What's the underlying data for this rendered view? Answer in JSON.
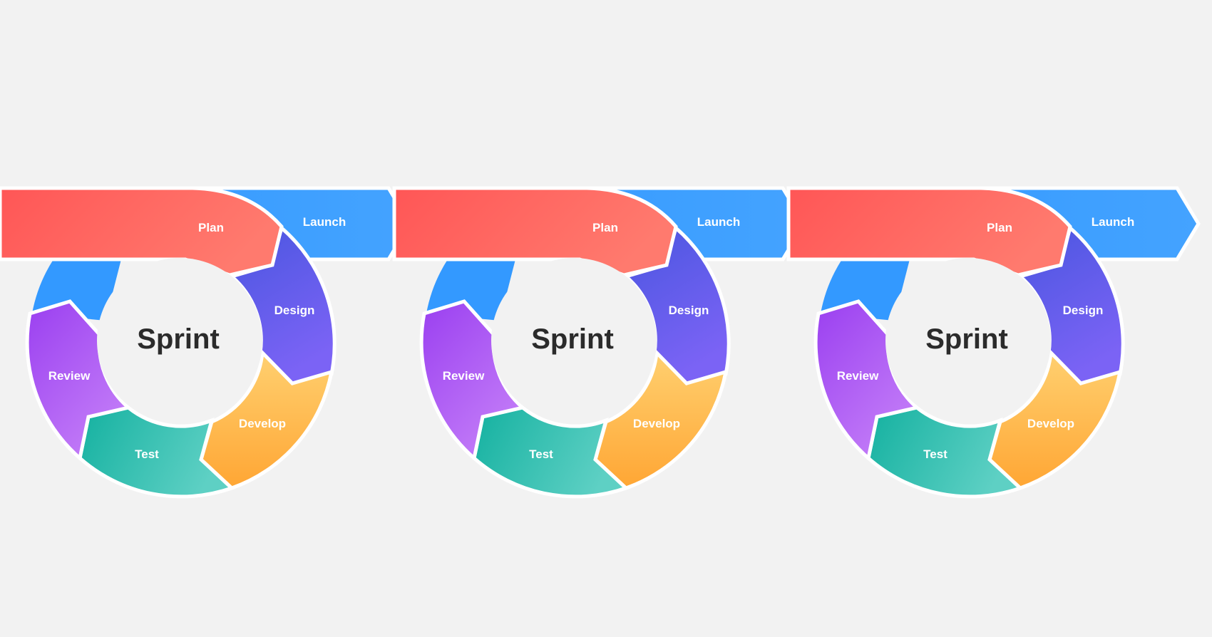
{
  "diagram": {
    "cycles": [
      {
        "center_label": "Sprint",
        "segments": {
          "plan": "Plan",
          "launch": "Launch",
          "design": "Design",
          "develop": "Develop",
          "test": "Test",
          "review": "Review"
        }
      },
      {
        "center_label": "Sprint",
        "segments": {
          "plan": "Plan",
          "launch": "Launch",
          "design": "Design",
          "develop": "Develop",
          "test": "Test",
          "review": "Review"
        }
      },
      {
        "center_label": "Sprint",
        "segments": {
          "plan": "Plan",
          "launch": "Launch",
          "design": "Design",
          "develop": "Develop",
          "test": "Test",
          "review": "Review"
        }
      }
    ],
    "colors": {
      "background": "#f2f2f2",
      "plan": [
        "#ff5656",
        "#ff7a6e"
      ],
      "launch": [
        "#3399ff",
        "#44a3ff"
      ],
      "design": [
        "#4a56e0",
        "#7b63f5"
      ],
      "develop": [
        "#ffd070",
        "#ffa634"
      ],
      "test": [
        "#14b1a0",
        "#5ed0c4"
      ],
      "review": [
        "#9a3ff0",
        "#c47ef8"
      ]
    }
  }
}
